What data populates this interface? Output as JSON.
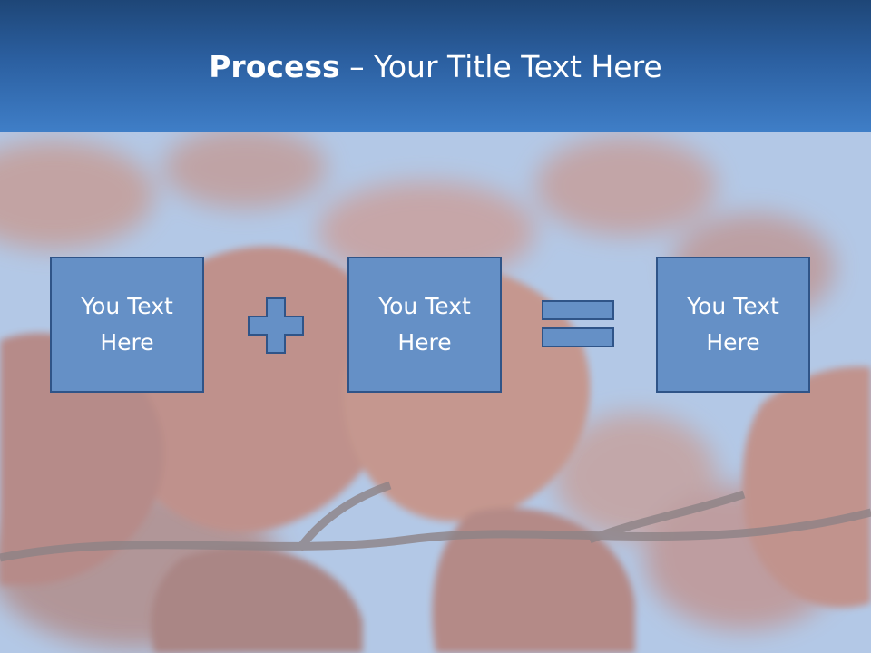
{
  "title": {
    "bold": "Process",
    "separator": " – ",
    "rest": "Your Title Text Here"
  },
  "boxes": [
    {
      "line1": "You Text",
      "line2": "Here"
    },
    {
      "line1": "You Text",
      "line2": "Here"
    },
    {
      "line1": "You Text",
      "line2": "Here"
    }
  ],
  "operators": {
    "first": "plus-icon",
    "second": "equals-icon"
  },
  "colors": {
    "title_bar_top": "#1e4677",
    "title_bar_bottom": "#3f7ec7",
    "box_fill": "#6590c6",
    "box_border": "#2f5488",
    "text": "#ffffff"
  }
}
